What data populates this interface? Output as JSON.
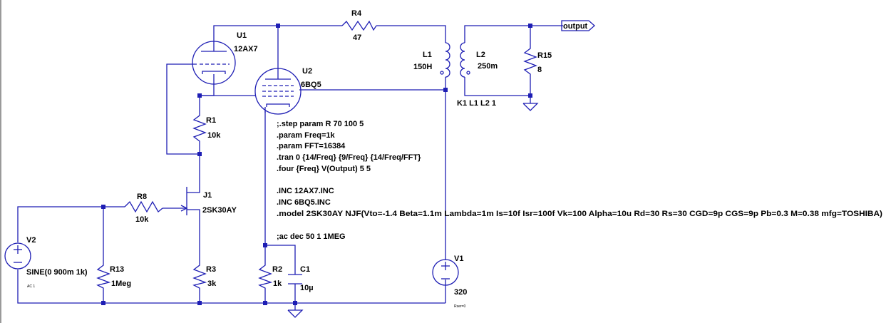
{
  "components": {
    "U1": {
      "name": "U1",
      "value": "12AX7"
    },
    "U2": {
      "name": "U2",
      "value": "6BQ5"
    },
    "R4": {
      "name": "R4",
      "value": "47"
    },
    "L1": {
      "name": "L1",
      "value": "150H"
    },
    "L2": {
      "name": "L2",
      "value": "250m"
    },
    "R15": {
      "name": "R15",
      "value": "8"
    },
    "R1": {
      "name": "R1",
      "value": "10k"
    },
    "J1": {
      "name": "J1",
      "value": "2SK30AY"
    },
    "R8": {
      "name": "R8",
      "value": "10k"
    },
    "V2": {
      "name": "V2",
      "value": "SINE(0 900m 1k)",
      "extra": "AC 1"
    },
    "R13": {
      "name": "R13",
      "value": "1Meg"
    },
    "R3": {
      "name": "R3",
      "value": "3k"
    },
    "R2": {
      "name": "R2",
      "value": "1k"
    },
    "C1": {
      "name": "C1",
      "value": "10µ"
    },
    "V1": {
      "name": "V1",
      "value": "320",
      "extra": "Rser=0"
    }
  },
  "coupling": "K1 L1 L2 1",
  "net_label": "output",
  "directives": [
    ";.step param R 70 100 5",
    ".param Freq=1k",
    ".param FFT=16384",
    ".tran 0 {14/Freq} {9/Freq} {14/Freq/FFT}",
    ".four {Freq} V(Output) 5 5",
    ".INC 12AX7.INC",
    ".INC 6BQ5.INC",
    ".model 2SK30AY NJF(Vto=-1.4 Beta=1.1m Lambda=1m Is=10f Isr=100f Vk=100 Alpha=10u Rd=30 Rs=30 CGD=9p CGS=9p Pb=0.3 M=0.38 mfg=TOSHIBA)",
    ";ac dec 50 1 1MEG"
  ],
  "colors": {
    "wire": "#1e1eb4",
    "text": "#000000",
    "background": "#ffffff"
  }
}
